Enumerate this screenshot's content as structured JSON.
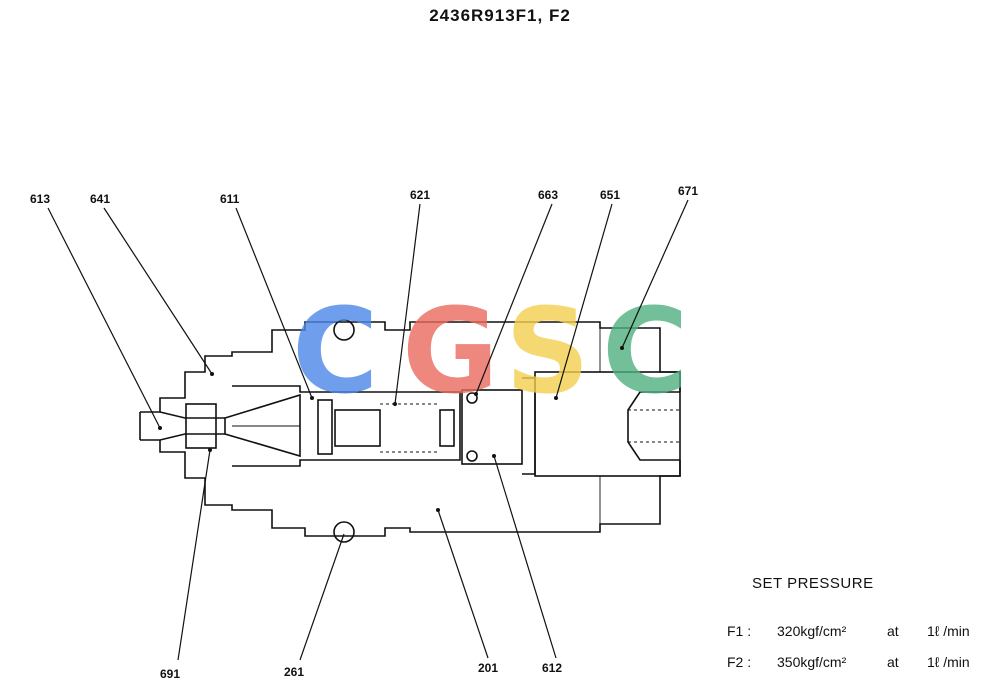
{
  "title": "2436R913F1, F2",
  "watermark": {
    "letters": [
      "C",
      "G",
      "S",
      "C"
    ],
    "colors": [
      "#4a86e8",
      "#ea6a5f",
      "#f5cf4f",
      "#4fb080"
    ]
  },
  "labels": {
    "l613": "613",
    "l641": "641",
    "l611": "611",
    "l621": "621",
    "l663": "663",
    "l651": "651",
    "l671": "671",
    "l691": "691",
    "l261": "261",
    "l201": "201",
    "l612": "612"
  },
  "set_pressure": {
    "heading": "SET PRESSURE",
    "rows": [
      {
        "id": "F1 :",
        "pressure": "320kgf/cm²",
        "at": "at",
        "flow": "1ℓ /min"
      },
      {
        "id": "F2 :",
        "pressure": "350kgf/cm²",
        "at": "at",
        "flow": "1ℓ /min"
      }
    ]
  }
}
